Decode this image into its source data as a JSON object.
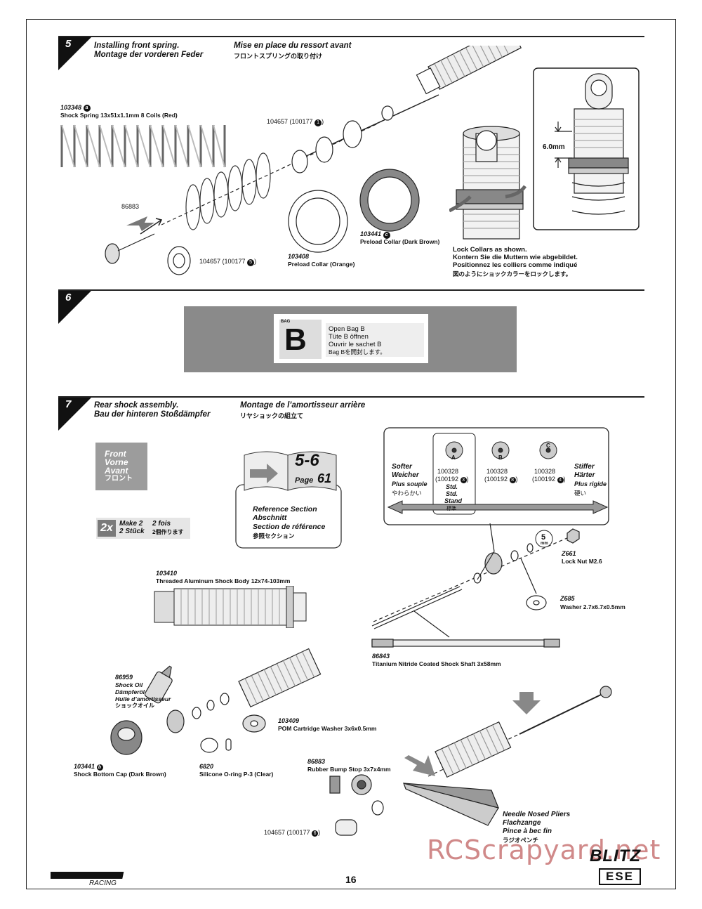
{
  "page_number": "16",
  "watermark": "RCScrapyard.net",
  "brand_logo": "HPI RACING",
  "product_logo_line1": "BLITZ",
  "product_logo_line2": "ESE",
  "step5": {
    "number": "5",
    "title_en": "Installing front spring.",
    "title_de": "Montage der vorderen Feder",
    "title_fr": "Mise en place du ressort avant",
    "title_jp": "フロントスプリングの取り付け",
    "spring_part": "103348",
    "spring_badge": "a",
    "spring_desc": "Shock Spring 13x51x1.1mm 8 Coils (Red)",
    "part_86883": "86883",
    "part_104657_top": "104657 (100177",
    "badge_top": "1",
    "part_104657_bottom": "104657 (100177",
    "badge_bottom": "5",
    "collar_orange_part": "103408",
    "collar_orange_desc": "Preload Collar (Orange)",
    "collar_brown_part": "103441",
    "collar_brown_badge": "c",
    "collar_brown_desc": "Preload Collar (Dark Brown)",
    "measure": "6.0mm",
    "lock_en": "Lock Collars as shown.",
    "lock_de": "Kontern Sie die Muttern wie abgebildet.",
    "lock_fr": "Positionnez les colliers comme indiqué",
    "lock_jp": "図のようにショックカラーをロックします。"
  },
  "step6": {
    "number": "6",
    "bag_tag": "BAG",
    "bag_letter": "B",
    "line1": "Open Bag B",
    "line2": "Tüte B öffnen",
    "line3": "Ouvrir le sachet B",
    "line4": "Bag Bを開封します。"
  },
  "step7": {
    "number": "7",
    "title_en": "Rear shock assembly.",
    "title_de": "Bau der hinteren Stoßdämpfer",
    "title_fr": "Montage de l’amortisseur arrière",
    "title_jp": "リヤショックの組立て",
    "front": [
      "Front",
      "Vorne",
      "Avant",
      "フロント"
    ],
    "make_count": "2x",
    "make_en": "Make 2",
    "make_de": "2 Stück",
    "make_fr": "2 fois",
    "make_jp": "2個作ります",
    "ref_pages": "5-6",
    "ref_page_label": "Page",
    "ref_page_num": "61",
    "ref_en": "Reference Section",
    "ref_de": "Abschnitt",
    "ref_fr": "Section de référence",
    "ref_jp": "参照セクション",
    "softer": [
      "Softer",
      "Weicher",
      "Plus souple",
      "やわらかい"
    ],
    "stiffer": [
      "Stiffer",
      "Härter",
      "Plus rigide",
      "硬い"
    ],
    "pistons": [
      {
        "letter": "A",
        "part": "100328",
        "alt": "(100192",
        "badge": "3",
        "note": [
          "Std.",
          "Std.",
          "Stand",
          "標準"
        ]
      },
      {
        "letter": "B",
        "part": "100328",
        "alt": "(100192",
        "badge": "8",
        "note": []
      },
      {
        "letter": "C",
        "part": "100328",
        "alt": "(100192",
        "badge": "4",
        "note": []
      }
    ],
    "wrench": "5",
    "wrench_unit": "mm",
    "locknut_part": "Z661",
    "locknut_desc": "Lock Nut M2.6",
    "washer_part": "Z685",
    "washer_desc": "Washer 2.7x6.7x0.5mm",
    "body_part": "103410",
    "body_desc": "Threaded Aluminum Shock Body 12x74-103mm",
    "shaft_part": "86843",
    "shaft_desc": "Titanium Nitride Coated Shock Shaft 3x58mm",
    "oil_part": "86959",
    "oil_desc": [
      "Shock Oil",
      "Dämpferöl",
      "Huile d’amortisseur",
      "ショックオイル"
    ],
    "pom_part": "103409",
    "pom_desc": "POM Cartridge Washer 3x6x0.5mm",
    "cap_part": "103441",
    "cap_badge": "b",
    "cap_desc": "Shock Bottom Cap (Dark Brown)",
    "oring_part": "6820",
    "oring_desc": "Silicone O-ring P-3 (Clear)",
    "bump_part": "86883",
    "bump_desc": "Rubber Bump Stop 3x7x4mm",
    "end_part": "104657 (100177",
    "end_badge": "6",
    "pliers": [
      "Needle Nosed Pliers",
      "Flachzange",
      "Pince à bec fin",
      "ラジオペンチ"
    ]
  }
}
